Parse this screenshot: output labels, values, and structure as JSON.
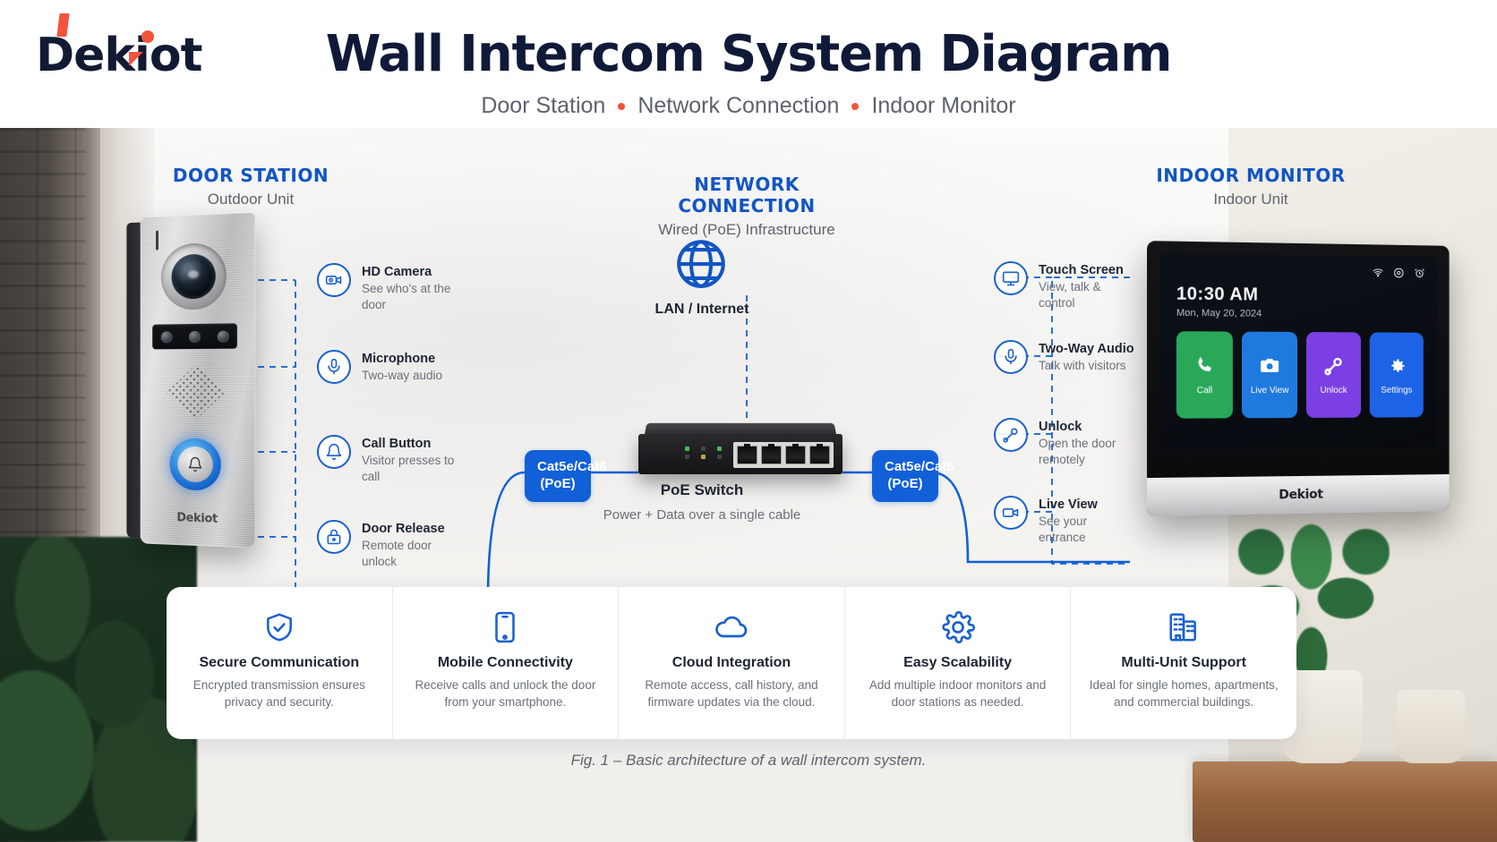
{
  "brand": {
    "logo_text": "Dekiot",
    "accent_red": "#f4533c",
    "accent_blue": "#1255c4"
  },
  "header": {
    "title": "Wall Intercom System Diagram",
    "subtitle_parts": [
      "Door Station",
      "Network Connection",
      "Indoor Monitor"
    ]
  },
  "sections": {
    "door": {
      "title": "DOOR STATION",
      "subtitle": "Outdoor Unit"
    },
    "network": {
      "title": "NETWORK CONNECTION",
      "subtitle": "Wired (PoE) Infrastructure"
    },
    "indoor": {
      "title": "INDOOR MONITOR",
      "subtitle": "Indoor Unit"
    }
  },
  "door_features": [
    {
      "icon": "video-camera-icon",
      "title": "HD Camera",
      "desc": "See who's at the door"
    },
    {
      "icon": "microphone-icon",
      "title": "Microphone",
      "desc": "Two-way audio"
    },
    {
      "icon": "bell-icon",
      "title": "Call Button",
      "desc": "Visitor presses to call"
    },
    {
      "icon": "lock-icon",
      "title": "Door Release",
      "desc": "Remote door unlock"
    }
  ],
  "indoor_features": [
    {
      "icon": "monitor-icon",
      "title": "Touch Screen",
      "desc": "View, talk & control"
    },
    {
      "icon": "microphone-icon",
      "title": "Two-Way Audio",
      "desc": "Talk with visitors"
    },
    {
      "icon": "key-icon",
      "title": "Unlock",
      "desc": "Open the door remotely"
    },
    {
      "icon": "video-camera-icon",
      "title": "Live View",
      "desc": "See your entrance"
    }
  ],
  "network": {
    "globe_icon": "globe-icon",
    "lan_label": "LAN / Internet",
    "switch_name": "PoE Switch",
    "switch_desc": "Power + Data over a single cable",
    "cable_left": "Cat5e/Cat6\n(PoE)",
    "cable_right": "Cat5e/Cat6\n(PoE)",
    "cable_left_line1": "Cat5e/Cat6",
    "cable_left_line2": "(PoE)",
    "cable_right_line1": "Cat5e/Cat6",
    "cable_right_line2": "(PoE)",
    "switch_port_count": 4
  },
  "monitor_screen": {
    "time": "10:30 AM",
    "date": "Mon, May 20, 2024",
    "status_icons": [
      "wifi-icon",
      "mute-icon",
      "alarm-icon"
    ],
    "tiles": [
      {
        "label": "Call",
        "icon": "phone-icon",
        "color": "#29a85a"
      },
      {
        "label": "Live View",
        "icon": "camera-icon",
        "color": "#1f7ae0"
      },
      {
        "label": "Unlock",
        "icon": "key-icon",
        "color": "#7b3fe4"
      },
      {
        "label": "Settings",
        "icon": "gear-icon",
        "color": "#1d63e6"
      }
    ],
    "brand": "Dekiot"
  },
  "door_device": {
    "brand": "Dekiot"
  },
  "benefits": [
    {
      "icon": "shield-check-icon",
      "title": "Secure Communication",
      "desc": "Encrypted transmission ensures privacy and security."
    },
    {
      "icon": "smartphone-icon",
      "title": "Mobile Connectivity",
      "desc": "Receive calls and unlock the door from your smartphone."
    },
    {
      "icon": "cloud-icon",
      "title": "Cloud Integration",
      "desc": "Remote access, call history, and firmware updates via the cloud."
    },
    {
      "icon": "gear-icon",
      "title": "Easy Scalability",
      "desc": "Add multiple indoor monitors and door stations as needed."
    },
    {
      "icon": "buildings-icon",
      "title": "Multi-Unit Support",
      "desc": "Ideal for single homes, apartments, and commercial buildings."
    }
  ],
  "caption": "Fig. 1 – Basic architecture of a wall intercom system."
}
